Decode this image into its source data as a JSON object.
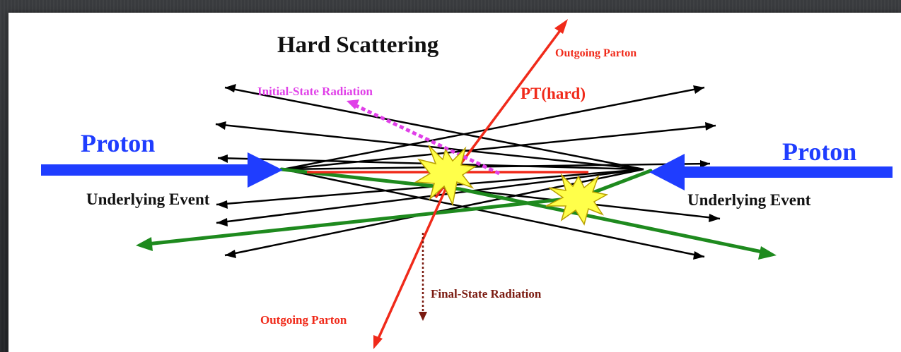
{
  "diagram": {
    "title": "Hard Scattering",
    "labels": {
      "proton_left": "Proton",
      "proton_right": "Proton",
      "underlying_left": "Underlying Event",
      "underlying_right": "Underlying Event",
      "outgoing_top": "Outgoing Parton",
      "outgoing_bottom": "Outgoing Parton",
      "pt_hard": "PT(hard)",
      "isr": "Initial-State Radiation",
      "fsr": "Final-State Radiation"
    },
    "colors": {
      "proton": "#1f3dff",
      "outgoing_parton": "#f02a1a",
      "isr": "#e040e8",
      "fsr": "#7a1a10",
      "underlying_black": "#000000",
      "underlying_green": "#1e8a1e",
      "burst_fill": "#ffff4a",
      "burst_stroke": "#b8a000",
      "title": "#111111"
    }
  }
}
